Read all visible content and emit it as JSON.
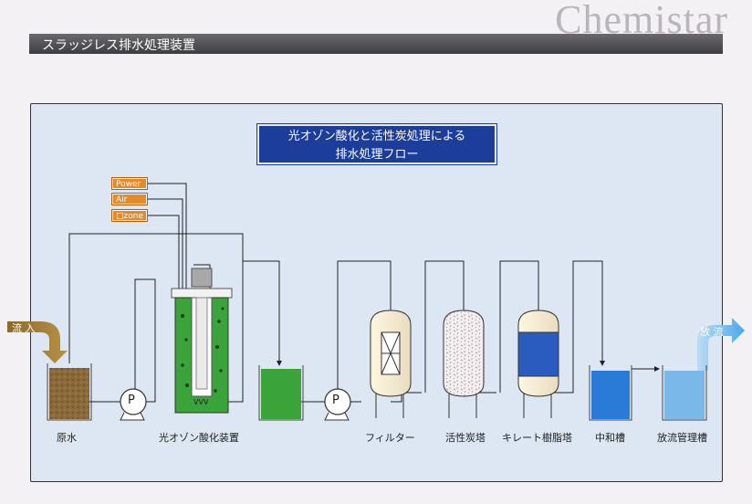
{
  "brand": "Chemistar",
  "header_title": "スラッジレス排水処理装置",
  "flow_title": {
    "line1": "光オゾン酸化と活性炭処理による",
    "line2": "排水処理フロー"
  },
  "inputs": {
    "power": "Power",
    "air": "Air",
    "ozone": "□zone"
  },
  "pump_label": "P",
  "uv_mark": "VVV",
  "flow_in": "流 入",
  "flow_out": "放 流",
  "equipment": {
    "raw_water": "原水",
    "ozone_reactor": "光オゾン酸化装置",
    "filter": "フィルター",
    "carbon_tower": "活性炭塔",
    "chelate_tower": "キレート樹脂塔",
    "neutralization": "中和槽",
    "discharge_tank": "放流管理槽"
  },
  "colors": {
    "header": "#4a4a4e",
    "panel": "#dce7f3",
    "title_box": "#1d3d9a",
    "tag": "#e58a2a",
    "raw": "#8a6a3a",
    "reactor": "#3aa33a",
    "neutral": "#2a7ad8",
    "discharge": "#7ab8ea"
  }
}
